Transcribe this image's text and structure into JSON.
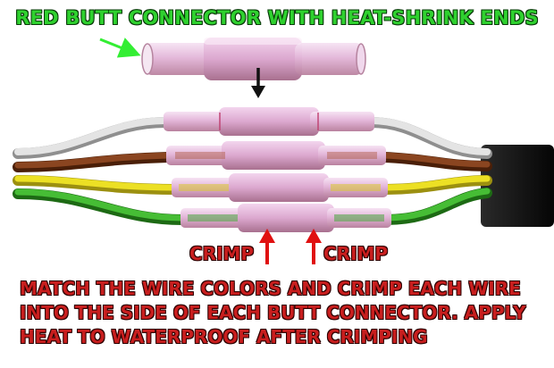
{
  "header": {
    "title": "RED BUTT CONNECTOR WITH HEAT-SHRINK ENDS"
  },
  "labels": {
    "crimp_left": "CRIMP",
    "crimp_right": "CRIMP"
  },
  "caption": {
    "line1": "MATCH THE WIRE COLORS AND CRIMP EACH WIRE",
    "line2": "INTO THE SIDE OF EACH BUTT CONNECTOR. APPLY",
    "line3": "HEAT TO WATERPROOF AFTER CRIMPING"
  },
  "colors": {
    "title_green": "#2fd12f",
    "caption_red": "#c81e1e",
    "wire_white": "#d9d9d9",
    "wire_brown": "#7a3a14",
    "wire_yellow": "#e0d21c",
    "wire_green": "#3aa82a",
    "connector_pink": "#e8bfe0",
    "cable_black": "#111111"
  },
  "icons": {
    "pointer_arrow": "green-arrow-icon",
    "down_arrow": "black-down-arrow-icon",
    "crimp_arrows": "red-up-arrow-icon"
  }
}
